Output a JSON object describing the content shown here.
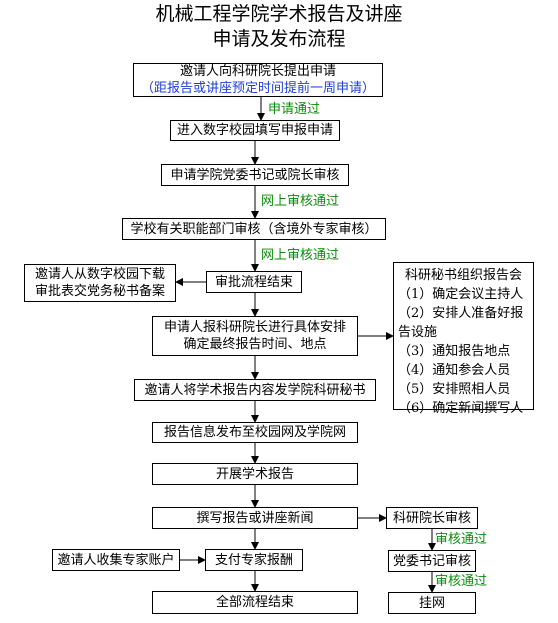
{
  "title": [
    "机械工程学院学术报告及讲座",
    "申请及发布流程"
  ],
  "boxes": {
    "b1": [
      "邀请人向科研院长提出申请",
      "（距报告或讲座预定时间提前一周申请）"
    ],
    "b2": "进入数字校园填写申报申请",
    "b3": "申请学院党委书记或院长审核",
    "b4": "学校有关职能部门审核（含境外专家审核）",
    "b5": "审批流程结束",
    "b5l": [
      "邀请人从数字校园下载",
      "审批表交党务秘书备案"
    ],
    "b6": [
      "申请人报科研院长进行具体安排",
      "确定最终报告时间、地点"
    ],
    "sec": {
      "heading": "科研秘书组织报告会",
      "items": [
        "（1）确定会议主持人",
        "（2）安排人准备好报告设施",
        "（3）通知报告地点",
        "（4）通知参会人员",
        "（5）安排照相人员",
        "（6）确定新闻撰写人"
      ]
    },
    "b7": "邀请人将学术报告内容发学院科研秘书",
    "b8": "报告信息发布至校园网及学院网",
    "b9": "开展学术报告",
    "b10": "撰写报告或讲座新闻",
    "r1": "科研院长审核",
    "r2": "党委书记审核",
    "r3": "挂网",
    "b11l": "邀请人收集专家账户",
    "b11": "支付专家报酬",
    "b12": "全部流程结束"
  },
  "labels": {
    "l1": "申请通过",
    "l2": "网上审核通过",
    "l3": "网上审核通过",
    "l4": "审核通过",
    "l5": "审核通过"
  }
}
